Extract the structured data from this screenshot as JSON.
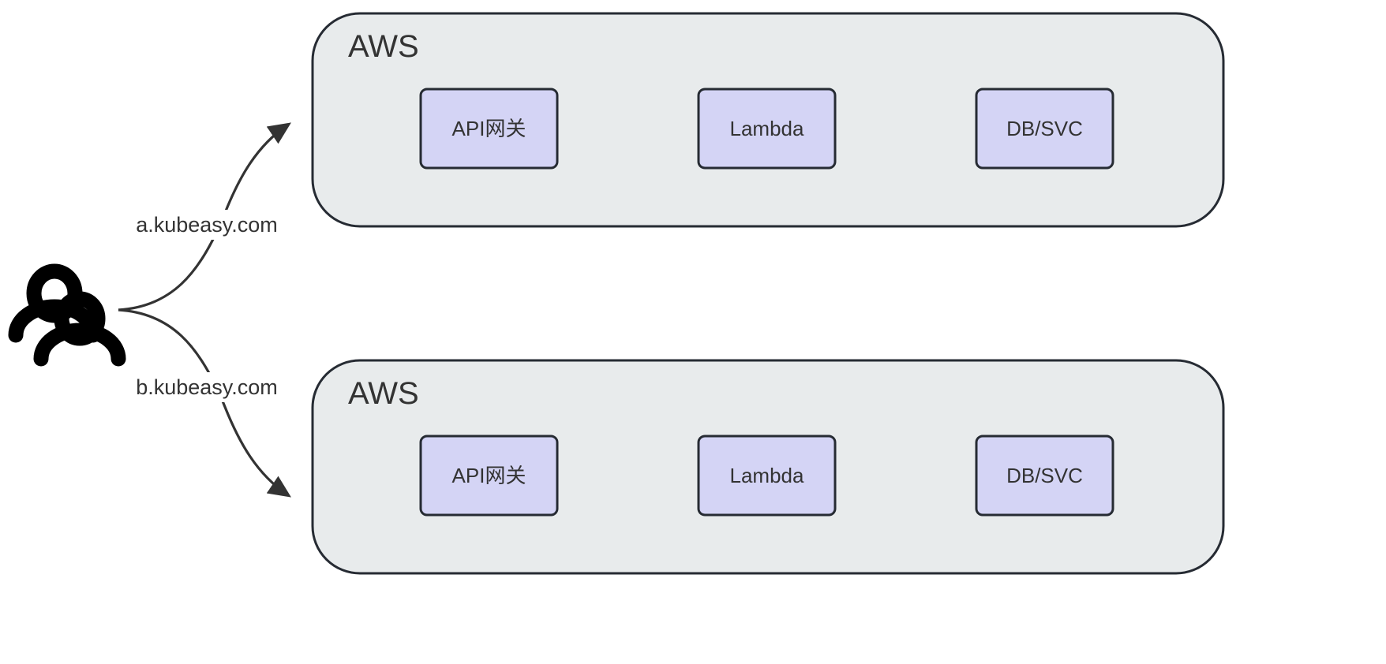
{
  "diagram": {
    "type": "architecture-flow",
    "background": "#ffffff",
    "actor": {
      "icon": "users-icon",
      "label": ""
    },
    "edges": [
      {
        "id": "edge-a",
        "label": "a.kubeasy.com",
        "from": "users-icon",
        "to": "aws-cluster-1"
      },
      {
        "id": "edge-b",
        "label": "b.kubeasy.com",
        "from": "users-icon",
        "to": "aws-cluster-2"
      }
    ],
    "clusters": [
      {
        "id": "aws-cluster-1",
        "title": "AWS",
        "fill": "#e8ebec",
        "stroke": "#262b33",
        "nodes": [
          {
            "id": "api-gateway-1",
            "label": "API网关",
            "fill": "#d4d4f5",
            "stroke": "#262b33"
          },
          {
            "id": "lambda-1",
            "label": "Lambda",
            "fill": "#d4d4f5",
            "stroke": "#262b33"
          },
          {
            "id": "db-svc-1",
            "label": "DB/SVC",
            "fill": "#d4d4f5",
            "stroke": "#262b33"
          }
        ]
      },
      {
        "id": "aws-cluster-2",
        "title": "AWS",
        "fill": "#e8ebec",
        "stroke": "#262b33",
        "nodes": [
          {
            "id": "api-gateway-2",
            "label": "API网关",
            "fill": "#d4d4f5",
            "stroke": "#262b33"
          },
          {
            "id": "lambda-2",
            "label": "Lambda",
            "fill": "#d4d4f5",
            "stroke": "#262b33"
          },
          {
            "id": "db-svc-2",
            "label": "DB/SVC",
            "fill": "#d4d4f5",
            "stroke": "#262b33"
          }
        ]
      }
    ],
    "colors": {
      "cluster_fill": "#e8ebec",
      "cluster_stroke": "#262b33",
      "node_fill": "#d4d4f5",
      "node_stroke": "#262b33",
      "text": "#333333",
      "edge_stroke": "#333333",
      "actor_fill": "#000000"
    }
  }
}
